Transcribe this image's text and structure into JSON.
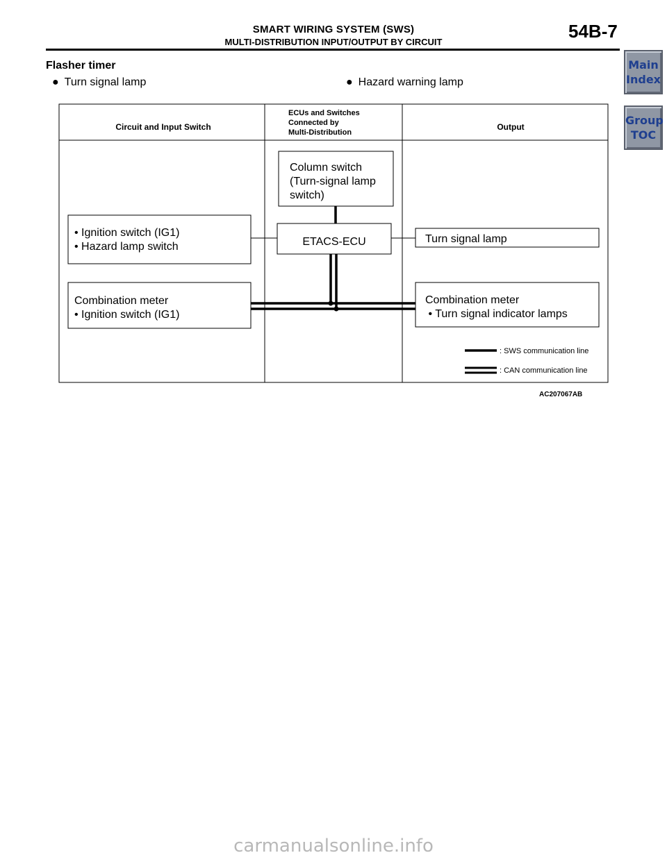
{
  "header": {
    "title": "SMART WIRING SYSTEM (SWS)",
    "subtitle": "MULTI-DISTRIBUTION INPUT/OUTPUT BY CIRCUIT",
    "page_number": "54B-7"
  },
  "nav": {
    "main_index": [
      "Main",
      "Index"
    ],
    "group_toc": [
      "Group",
      "TOC"
    ]
  },
  "section": {
    "heading": "Flasher timer",
    "bullets": [
      "Turn signal lamp",
      "Hazard warning lamp"
    ]
  },
  "diagram": {
    "columns": {
      "input": "Circuit and Input Switch",
      "ecus": [
        "ECUs and Switches",
        "Connected by",
        "Multi-Distribution"
      ],
      "output": "Output"
    },
    "boxes": {
      "column_switch": [
        "Column switch",
        "(Turn-signal lamp",
        "switch)"
      ],
      "inputs": [
        "• Ignition switch (IG1)",
        "• Hazard lamp switch"
      ],
      "etacs": "ETACS-ECU",
      "turn_signal_lamp": "Turn signal lamp",
      "combo_meter_in": [
        "Combination meter",
        "• Ignition switch (IG1)"
      ],
      "combo_meter_out": [
        "Combination meter",
        " • Turn signal indicator lamps"
      ]
    },
    "legend": {
      "sws": ": SWS communication line",
      "can": ": CAN communication line"
    },
    "figure_id": "AC207067AB"
  },
  "watermark": "carmanualsonline.info"
}
